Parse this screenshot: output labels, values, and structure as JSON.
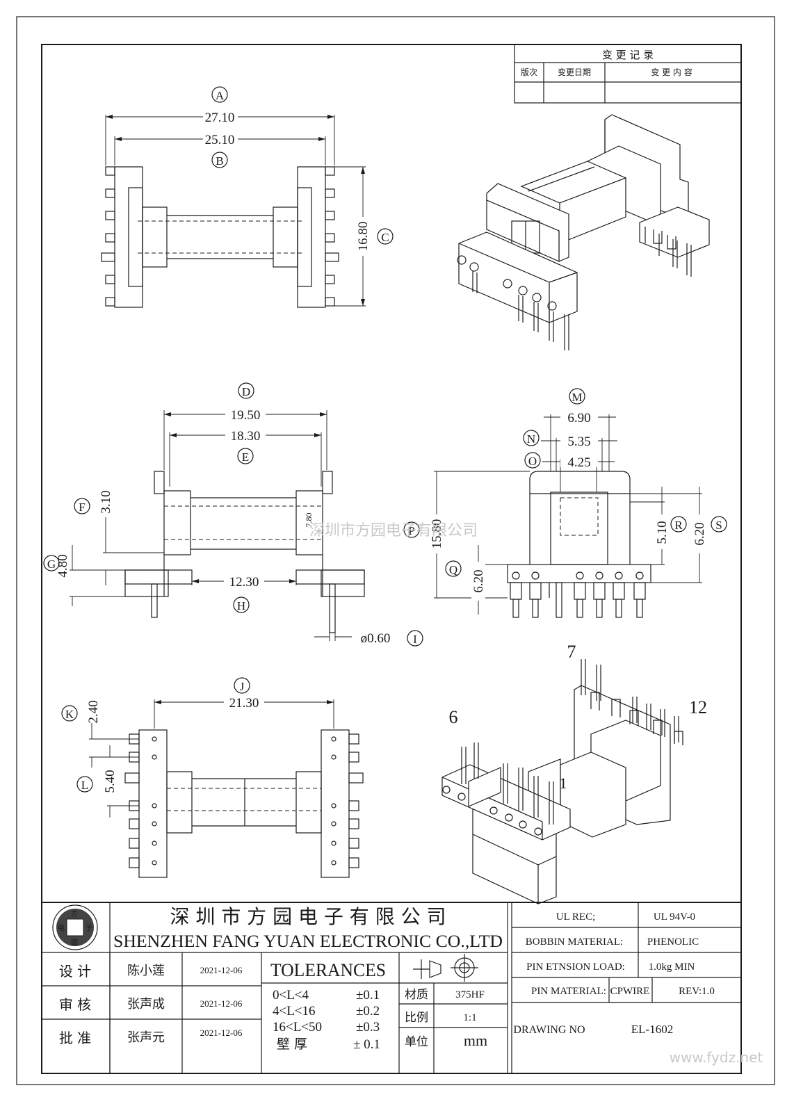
{
  "revision_table": {
    "title": "变 更 记 录",
    "col_version": "版次",
    "col_date": "变更日期",
    "col_content": "变 更 内 容"
  },
  "dimensions": {
    "A": "A",
    "A_value": "27.10",
    "B": "B",
    "B_value": "25.10",
    "C": "C",
    "C_value": "16.80",
    "D": "D",
    "D_value": "19.50",
    "E": "E",
    "E_value": "18.30",
    "F": "F",
    "F_value": "3.10",
    "G": "G",
    "G_value": "4.80",
    "H": "H",
    "H_value": "12.30",
    "I": "I",
    "I_value": "ø0.60",
    "J": "J",
    "J_value": "21.30",
    "K": "K",
    "K_value": "2.40",
    "L": "L",
    "L_value": "5.40",
    "M": "M",
    "M_value": "6.90",
    "N": "N",
    "N_value": "5.35",
    "O": "O",
    "O_value": "4.25",
    "P": "P",
    "P_value": "15.80",
    "Q": "Q",
    "Q_value": "6.20",
    "R": "R",
    "R_value": "5.10",
    "S": "S",
    "S_value": "6.20",
    "core_dim": "7.80"
  },
  "pin_labels": {
    "pin6": "6",
    "pin7": "7",
    "pin12": "12",
    "pin1": "1"
  },
  "watermark": "深圳市方园电子有限公司",
  "watermark_url": "www.fydz.net",
  "title_block": {
    "logo_chars": [
      "方",
      "子",
      "园",
      "电"
    ],
    "company_cn": "深 圳 市 方 园 电 子 有 限 公 司",
    "company_en": "SHENZHEN FANG YUAN ELECTRONIC CO.,LTD",
    "design_label": "设  计",
    "design_name": "陈小莲",
    "design_date": "2021-12-06",
    "review_label": "审  核",
    "review_name": "张声成",
    "review_date": "2021-12-06",
    "approve_label": "批  准",
    "approve_name": "张声元",
    "approve_date": "2021-12-06",
    "tolerances_title": "TOLERANCES",
    "tol_rows": [
      {
        "range": "0<L<4",
        "tol": "±0.1"
      },
      {
        "range": "4<L<16",
        "tol": "±0.2"
      },
      {
        "range": "16<L<50",
        "tol": "±0.3"
      },
      {
        "range": "壁  厚",
        "tol": "± 0.1"
      }
    ],
    "material_label": "材质",
    "material_value": "375HF",
    "scale_label": "比例",
    "scale_value": "1:1",
    "unit_label": "单位",
    "unit_value": "mm",
    "ul_rec_label": "UL REC;",
    "ul_rec_value": "UL  94V-0",
    "bobbin_label": "BOBBIN MATERIAL:",
    "bobbin_value": "PHENOLIC",
    "pin_load_label": "PIN ETNSION LOAD:",
    "pin_load_value": "1.0kg MIN",
    "pin_material_label": "PIN MATERIAL:",
    "pin_material_value": "CPWIRE",
    "rev": "REV:1.0",
    "drawing_no_label": "DRAWING NO",
    "drawing_no_value": "EL-1602"
  }
}
